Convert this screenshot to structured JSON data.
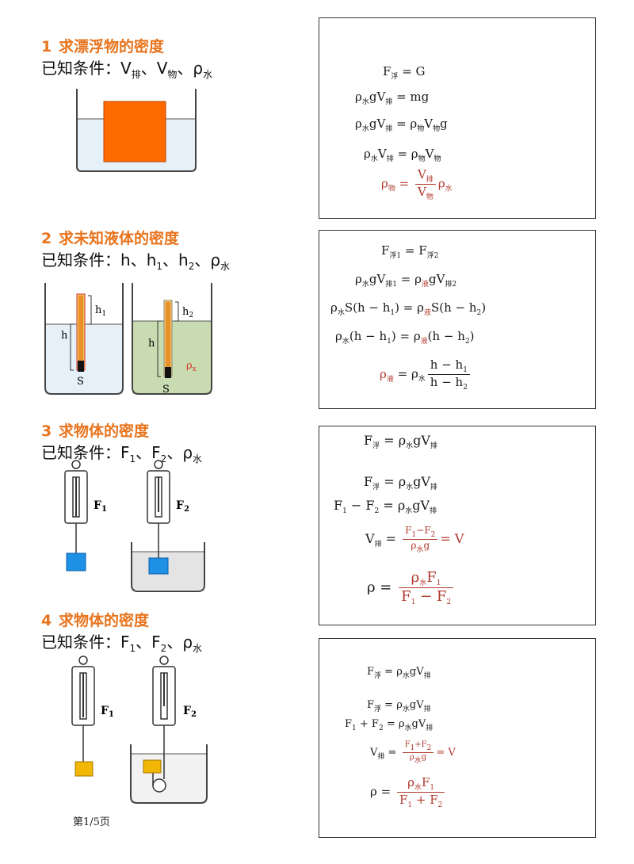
{
  "sections": [
    {
      "num": "1",
      "title": "求漂浮物的密度",
      "known_prefix": "已知条件：",
      "known": [
        {
          "s": "V",
          "sub": "排"
        },
        {
          "s": "V",
          "sub": "物"
        },
        {
          "s": "ρ",
          "sub": "水"
        }
      ]
    },
    {
      "num": "2",
      "title": "求未知液体的密度",
      "known_prefix": "已知条件：",
      "known": [
        {
          "s": "h",
          "sub": ""
        },
        {
          "s": "h",
          "sub": "1"
        },
        {
          "s": "h",
          "sub": "2"
        },
        {
          "s": "ρ",
          "sub": "水"
        }
      ]
    },
    {
      "num": "3",
      "title": "求物体的密度",
      "known_prefix": "已知条件：",
      "known": [
        {
          "s": "F",
          "sub": "1"
        },
        {
          "s": "F",
          "sub": "2"
        },
        {
          "s": "ρ",
          "sub": "水"
        }
      ]
    },
    {
      "num": "4",
      "title": "求物体的密度",
      "known_prefix": "已知条件：",
      "known": [
        {
          "s": "F",
          "sub": "1"
        },
        {
          "s": "F",
          "sub": "2"
        },
        {
          "s": "ρ",
          "sub": "水"
        }
      ]
    }
  ],
  "separator": "、",
  "figure_labels": {
    "h": "h",
    "h1": "h",
    "h1_sub": "1",
    "h2": "h",
    "h2_sub": "2",
    "s_left": "S",
    "s_right": "S",
    "rho_x": "ρ",
    "rho_x_sub": "x",
    "f1_3": "F",
    "f1_3_sub": "1",
    "f2_3": "F",
    "f2_3_sub": "2",
    "f1_4": "F",
    "f1_4_sub": "1",
    "f2_4": "F",
    "f2_4_sub": "2"
  },
  "footer": "第1/5页",
  "colors": {
    "accent": "#e8741e",
    "formula_red": "#b03a2e",
    "block_orange": "#ff6a00",
    "block_blue": "#1e90e6",
    "block_yellow": "#f2b705"
  }
}
